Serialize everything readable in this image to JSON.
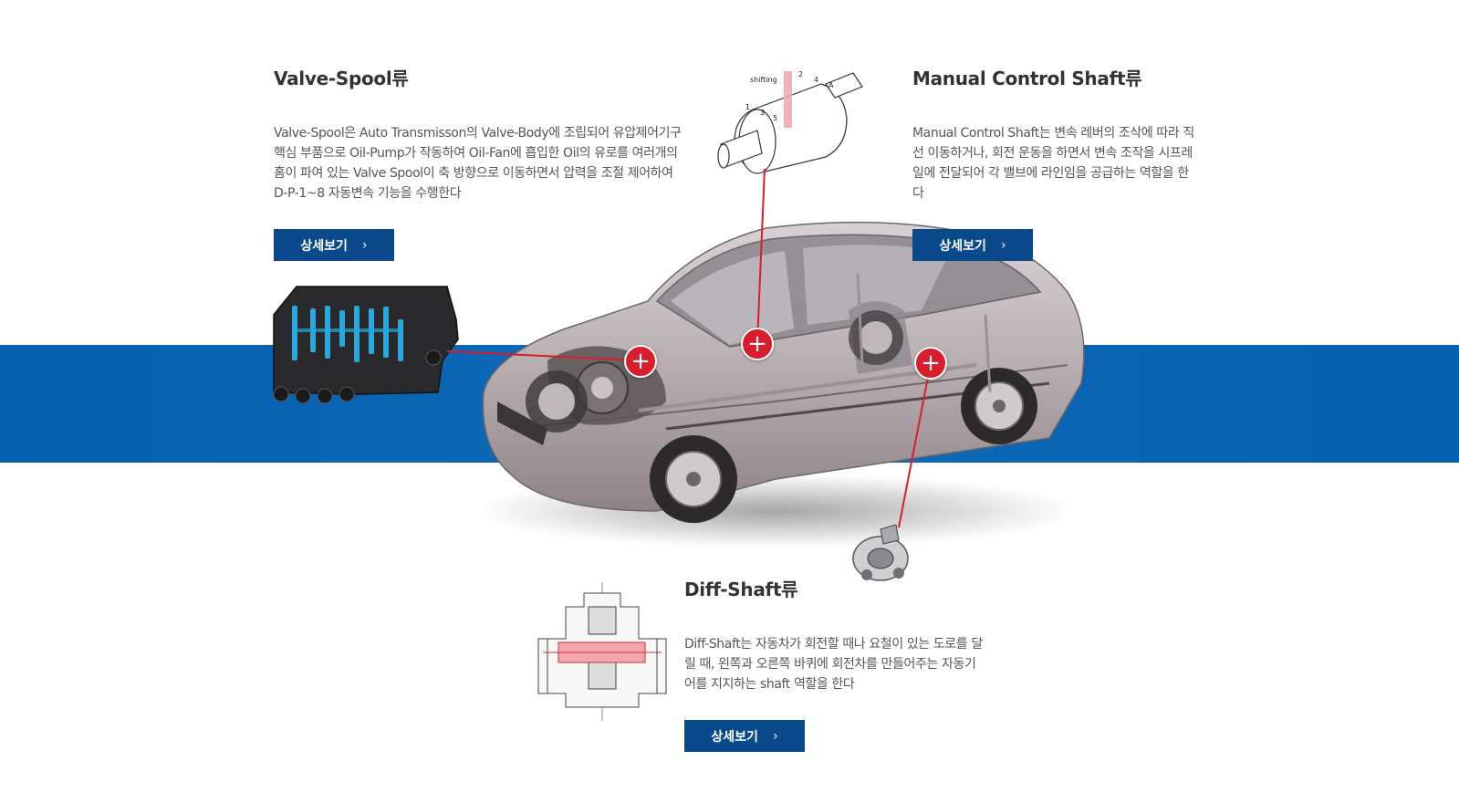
{
  "sections": {
    "valve": {
      "title": "Valve-Spool류",
      "desc": "Valve-Spool은 Auto Transmisson의 Valve-Body에 조립되어 유압제어기구 핵심 부품으로 Oil-Pump가 작동하여 Oil-Fan에 흡입한 Oil의 유로를 여러개의 홈이 파여 있는 Valve Spool이 축 방향으로 이동하면서 압력을 조절 제어하여 D-P-1~8 자동변속 기능을 수행한다",
      "button": "상세보기"
    },
    "manual": {
      "title": "Manual Control Shaft류",
      "desc": "Manual Control Shaft는 변속 레버의 조삭에 따라 직선 이동하거나, 회전 운동을 하면서 변속 조작을 시프레일에 전달되어 각 밸브에 라인임을 공급하는 역할을 한다",
      "button": "상세보기"
    },
    "diff": {
      "title": "Diff-Shaft류",
      "desc": "Diff-Shaft는 자동차가 회전할 때나 요철이 있는 도로를 달릴 때, 왼쪽과 오른쪽 바퀴에 회전차를 만들어주는 자동기어를 지지하는 shaft 역할을 한다",
      "button": "상세보기"
    }
  },
  "diagram_labels": {
    "shifting": "shifting",
    "n1": "1",
    "n2": "2",
    "n3": "3",
    "n4": "4",
    "n5": "5",
    "nA": "A"
  },
  "colors": {
    "band": "#0a66b4",
    "button": "#0a4a8c",
    "hotspot": "#d81e2c",
    "leader": "#d81e2c"
  },
  "icons": {
    "hotspot": "plus-icon",
    "button_arrow": "chevron-right-icon"
  }
}
